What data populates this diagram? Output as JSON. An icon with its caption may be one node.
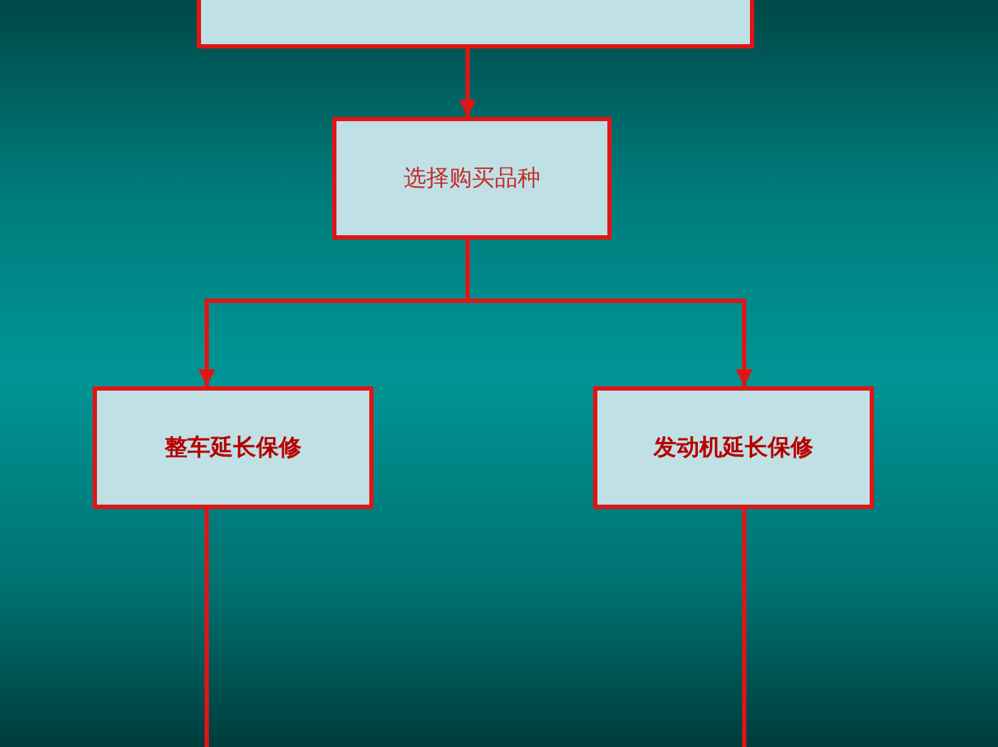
{
  "diagram": {
    "nodes": [
      {
        "text": [],
        "shape": "box"
      },
      {
        "text": [
          "选择购买品种"
        ]
      },
      {
        "text": [
          "整车延长保修"
        ]
      },
      {
        "text": [
          "发动机延长保修"
        ]
      }
    ],
    "edges": [
      {
        "from": 0,
        "to": 1,
        "arrow": "to"
      },
      {
        "from": 1,
        "to": 2,
        "arrow": "to"
      },
      {
        "from": 1,
        "to": 3,
        "arrow": "to"
      },
      {
        "from": 2,
        "to": null,
        "arrow": "none"
      },
      {
        "from": 3,
        "to": null,
        "arrow": "none"
      }
    ]
  }
}
